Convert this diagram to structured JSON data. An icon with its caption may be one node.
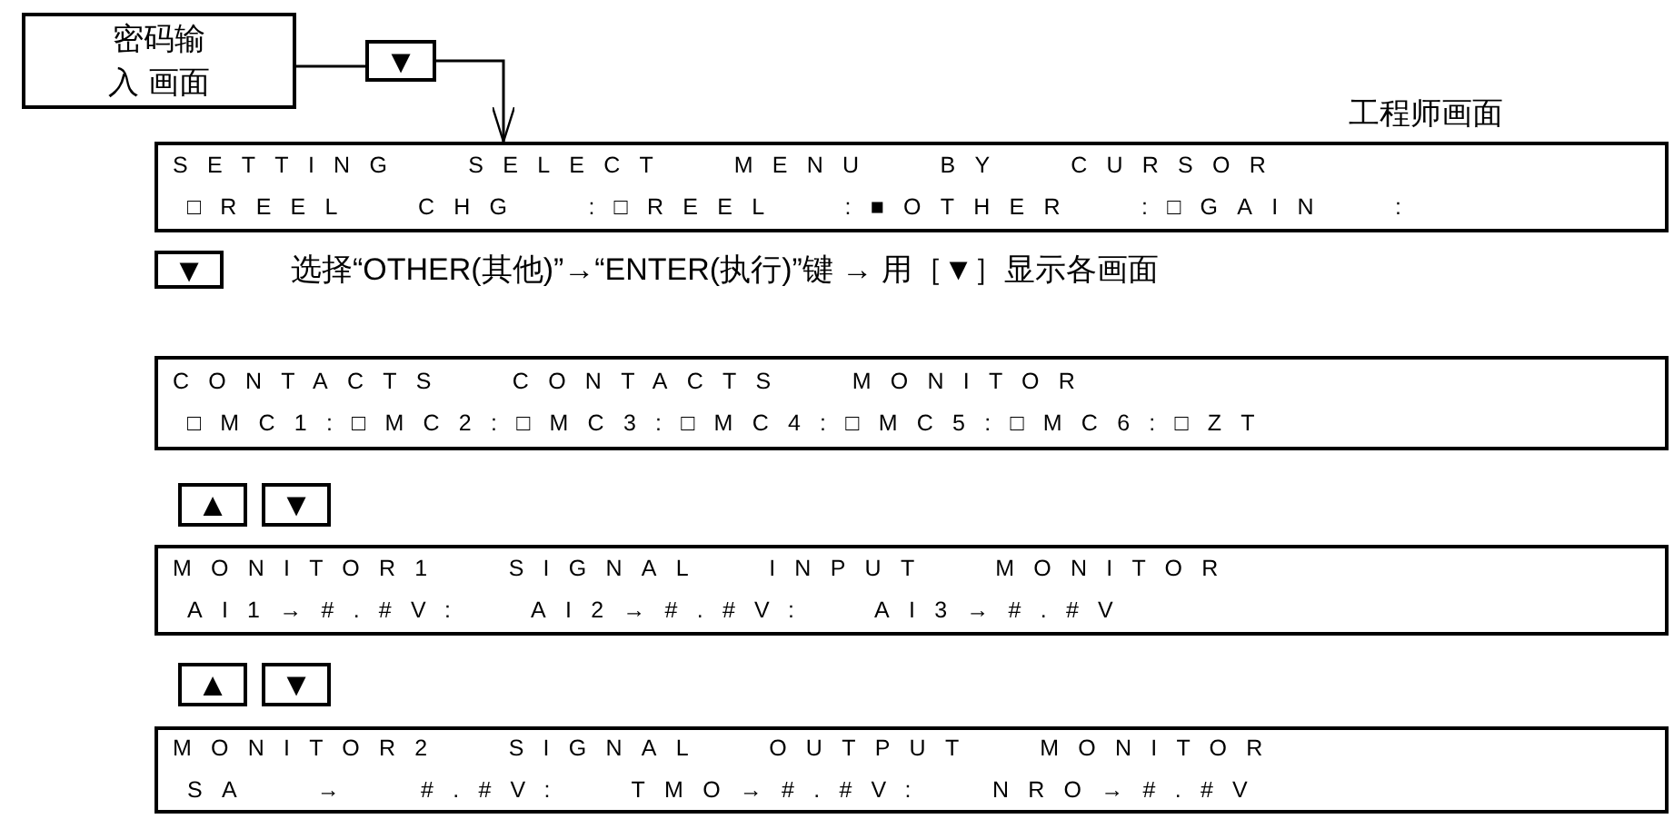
{
  "diagram": {
    "nodes": [
      {
        "text": [
          "密码输入 画面"
        ]
      },
      {
        "text": [
          "▼"
        ]
      },
      {
        "text": [
          "SETTING SELECT MENU BY CURSOR",
          "□REEL CHG :□REEL :■OTHER :□GAIN :"
        ],
        "beside": [
          "工程师画面"
        ]
      },
      {
        "text": [
          "▼"
        ]
      },
      {
        "text": [
          "CONTACTS CONTACTS MONITOR",
          "□MC1:□MC2:□MC3:□MC4:□MC5:□MC6:□ZT"
        ]
      },
      {
        "text": [
          "▲"
        ]
      },
      {
        "text": [
          "▼"
        ]
      },
      {
        "text": [
          "MONITOR1 SIGNAL INPUT MONITOR",
          "AI1→#.#V: AI2→#.#V: AI3→#.#V"
        ]
      },
      {
        "text": [
          "▲"
        ]
      },
      {
        "text": [
          "▼"
        ]
      },
      {
        "text": [
          "MONITOR2 SIGNAL OUTPUT MONITOR",
          "SA → #.#V: TMO→#.#V: NRO→#.#V"
        ]
      }
    ],
    "edges": [
      {
        "from": 0,
        "to": 1,
        "arrow": "none"
      },
      {
        "from": 1,
        "to": 2,
        "arrow": "to"
      }
    ],
    "labels": [
      "选择“OTHER(其他)”→“ENTER(执行)”键 → 用［▼］显示各画面"
    ]
  }
}
